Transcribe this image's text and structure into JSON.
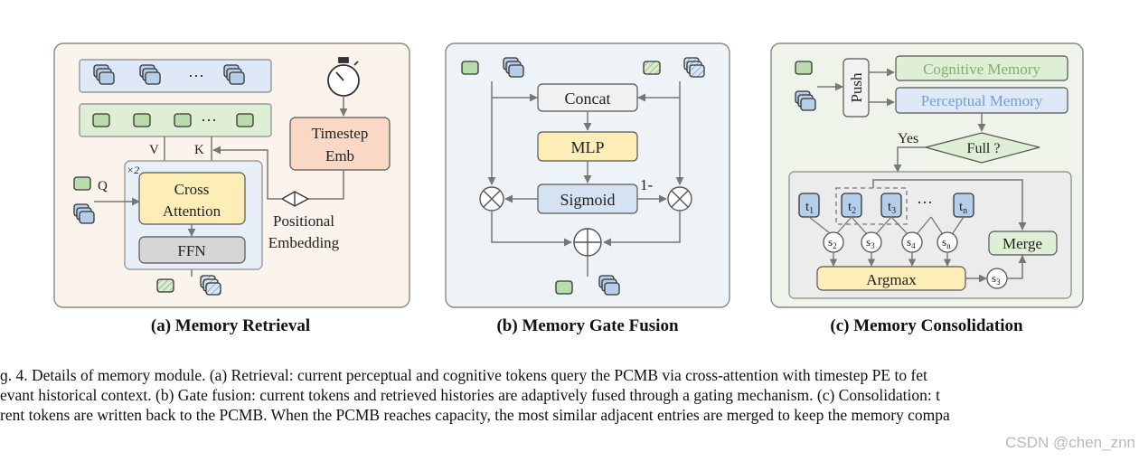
{
  "panel_a": {
    "caption": "(a) Memory Retrieval",
    "ellipsis": "···",
    "v_label": "V",
    "k_label": "K",
    "q_label": "Q",
    "repeat_label": "×2",
    "cross_attention_line1": "Cross",
    "cross_attention_line2": "Attention",
    "ffn": "FFN",
    "timestep_line1": "Timestep",
    "timestep_line2": "Emb",
    "pe_line1": "Positional",
    "pe_line2": "Embedding"
  },
  "panel_b": {
    "caption": "(b) Memory Gate Fusion",
    "concat": "Concat",
    "mlp": "MLP",
    "sigmoid": "Sigmoid",
    "one_minus": "1-"
  },
  "panel_c": {
    "caption": "(c) Memory Consolidation",
    "push": "Push",
    "cognitive_memory": "Cognitive Memory",
    "perceptual_memory": "Perceptual Memory",
    "yes": "Yes",
    "full": "Full ?",
    "ellipsis": "···",
    "merge": "Merge",
    "argmax": "Argmax",
    "t_main": "t",
    "s_main": "s",
    "t_subs": [
      "1",
      "2",
      "3",
      "n"
    ],
    "s_subs": [
      "2",
      "3",
      "4",
      "n"
    ],
    "s_out_sub": "3"
  },
  "caption_lines": [
    "ɡ. 4.  Details of memory module. (a) Retrieval: current perceptual and cognitive tokens query the PCMB via cross-attention with timestep PE to fet",
    "evant historical context. (b) Gate fusion: current tokens and retrieved histories are adaptively fused through a gating mechanism. (c) Consolidation: t",
    "rent tokens are written back to the PCMB. When the PCMB reaches capacity, the most similar adjacent entries are merged to keep the memory compa"
  ],
  "watermark": "CSDN @chen_znn",
  "colors": {
    "green_token": "#b9dcab",
    "blue_token": "#b5cfea",
    "yellow_block": "#fdeeb8",
    "timestep_block": "#f9d8c6",
    "panel_a_bg": "#fbf4ec",
    "panel_b_bg": "#eef3f8",
    "panel_c_bg": "#eef4ea",
    "cognitive_text": "#7cb26a",
    "perceptual_text": "#6f9fd6"
  }
}
